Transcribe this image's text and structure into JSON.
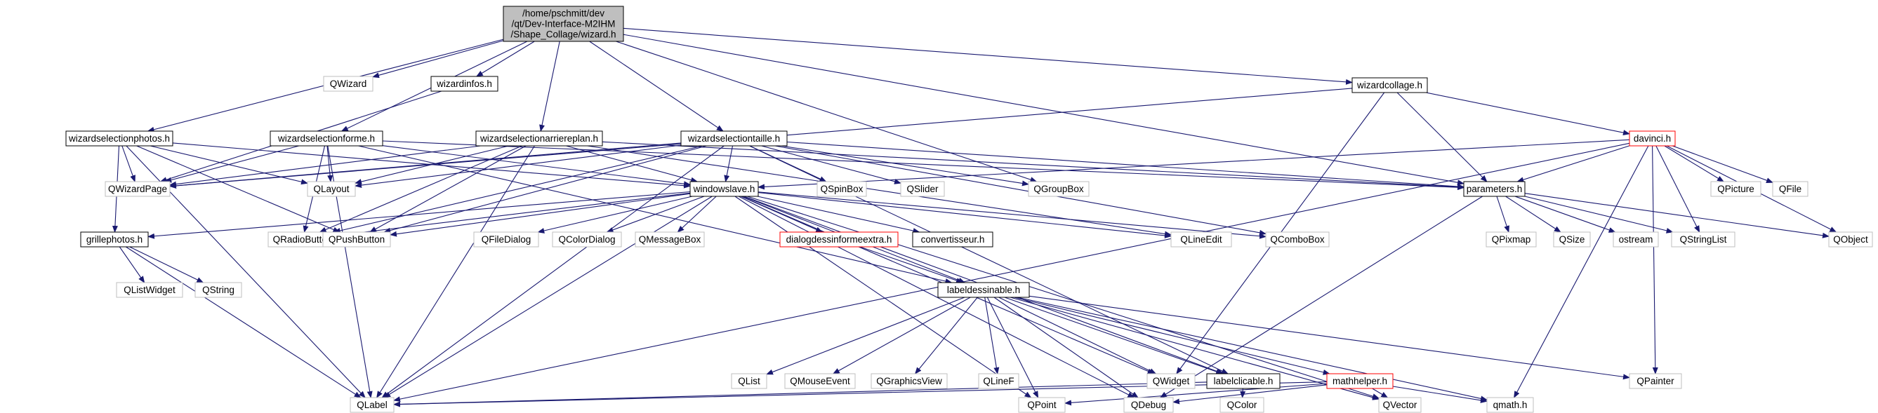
{
  "graph": {
    "type": "include-dependency-graph",
    "colors": {
      "edge": "#191970",
      "root_fill": "#bfbfbf",
      "node_border": "#000000",
      "external_border": "#bfbfbf",
      "truncated_border": "#ff0000",
      "node_fill": "#ffffff"
    },
    "nodes": [
      {
        "id": "wizard",
        "lines": [
          "/home/pschmitt/dev",
          "/qt/Dev-Interface-M2IHM",
          "/Shape_Collage/wizard.h"
        ],
        "kind": "root"
      },
      {
        "id": "QWizard",
        "lines": [
          "QWizard"
        ],
        "kind": "external"
      },
      {
        "id": "wizardinfos",
        "lines": [
          "wizardinfos.h"
        ],
        "kind": "file"
      },
      {
        "id": "wizardcollage",
        "lines": [
          "wizardcollage.h"
        ],
        "kind": "file"
      },
      {
        "id": "wsphotos",
        "lines": [
          "wizardselectionphotos.h"
        ],
        "kind": "file"
      },
      {
        "id": "wsforme",
        "lines": [
          "wizardselectionforme.h"
        ],
        "kind": "file"
      },
      {
        "id": "wsarriere",
        "lines": [
          "wizardselectionarriereplan.h"
        ],
        "kind": "file"
      },
      {
        "id": "wstaille",
        "lines": [
          "wizardselectiontaille.h"
        ],
        "kind": "file"
      },
      {
        "id": "davinci",
        "lines": [
          "davinci.h"
        ],
        "kind": "truncated"
      },
      {
        "id": "QWizardPage",
        "lines": [
          "QWizardPage"
        ],
        "kind": "external"
      },
      {
        "id": "QLayout",
        "lines": [
          "QLayout"
        ],
        "kind": "external"
      },
      {
        "id": "windowslave",
        "lines": [
          "windowslave.h"
        ],
        "kind": "file"
      },
      {
        "id": "QSpinBox",
        "lines": [
          "QSpinBox"
        ],
        "kind": "external"
      },
      {
        "id": "QSlider",
        "lines": [
          "QSlider"
        ],
        "kind": "external"
      },
      {
        "id": "QGroupBox",
        "lines": [
          "QGroupBox"
        ],
        "kind": "external"
      },
      {
        "id": "parameters",
        "lines": [
          "parameters.h"
        ],
        "kind": "file"
      },
      {
        "id": "QPicture",
        "lines": [
          "QPicture"
        ],
        "kind": "external"
      },
      {
        "id": "QFile",
        "lines": [
          "QFile"
        ],
        "kind": "external"
      },
      {
        "id": "QObject",
        "lines": [
          "QObject"
        ],
        "kind": "external"
      },
      {
        "id": "grillephotos",
        "lines": [
          "grillephotos.h"
        ],
        "kind": "file"
      },
      {
        "id": "QRadioButton",
        "lines": [
          "QRadioButton"
        ],
        "kind": "external"
      },
      {
        "id": "QPushButton",
        "lines": [
          "QPushButton"
        ],
        "kind": "external"
      },
      {
        "id": "QFileDialog",
        "lines": [
          "QFileDialog"
        ],
        "kind": "external"
      },
      {
        "id": "QColorDialog",
        "lines": [
          "QColorDialog"
        ],
        "kind": "external"
      },
      {
        "id": "QMessageBox",
        "lines": [
          "QMessageBox"
        ],
        "kind": "external"
      },
      {
        "id": "dialogdessin",
        "lines": [
          "dialogdessinformeextra.h"
        ],
        "kind": "truncated"
      },
      {
        "id": "convertisseur",
        "lines": [
          "convertisseur.h"
        ],
        "kind": "file"
      },
      {
        "id": "QLineEdit",
        "lines": [
          "QLineEdit"
        ],
        "kind": "external"
      },
      {
        "id": "QComboBox",
        "lines": [
          "QComboBox"
        ],
        "kind": "external"
      },
      {
        "id": "QPixmap",
        "lines": [
          "QPixmap"
        ],
        "kind": "external"
      },
      {
        "id": "QSize",
        "lines": [
          "QSize"
        ],
        "kind": "external"
      },
      {
        "id": "ostream",
        "lines": [
          "ostream"
        ],
        "kind": "external"
      },
      {
        "id": "QStringList",
        "lines": [
          "QStringList"
        ],
        "kind": "external"
      },
      {
        "id": "QListWidget",
        "lines": [
          "QListWidget"
        ],
        "kind": "external"
      },
      {
        "id": "QString",
        "lines": [
          "QString"
        ],
        "kind": "external"
      },
      {
        "id": "labeldessinable",
        "lines": [
          "labeldessinable.h"
        ],
        "kind": "file"
      },
      {
        "id": "QList",
        "lines": [
          "QList"
        ],
        "kind": "external"
      },
      {
        "id": "QMouseEvent",
        "lines": [
          "QMouseEvent"
        ],
        "kind": "external"
      },
      {
        "id": "QGraphicsView",
        "lines": [
          "QGraphicsView"
        ],
        "kind": "external"
      },
      {
        "id": "QLineF",
        "lines": [
          "QLineF"
        ],
        "kind": "external"
      },
      {
        "id": "QWidget",
        "lines": [
          "QWidget"
        ],
        "kind": "external"
      },
      {
        "id": "labelclicable",
        "lines": [
          "labelclicable.h"
        ],
        "kind": "file"
      },
      {
        "id": "mathhelper",
        "lines": [
          "mathhelper.h"
        ],
        "kind": "truncated"
      },
      {
        "id": "QPainter",
        "lines": [
          "QPainter"
        ],
        "kind": "external"
      },
      {
        "id": "QLabel",
        "lines": [
          "QLabel"
        ],
        "kind": "external"
      },
      {
        "id": "QPoint",
        "lines": [
          "QPoint"
        ],
        "kind": "external"
      },
      {
        "id": "QDebug",
        "lines": [
          "QDebug"
        ],
        "kind": "external"
      },
      {
        "id": "QColor",
        "lines": [
          "QColor"
        ],
        "kind": "external"
      },
      {
        "id": "QVector",
        "lines": [
          "QVector"
        ],
        "kind": "external"
      },
      {
        "id": "qmath",
        "lines": [
          "qmath.h"
        ],
        "kind": "external"
      }
    ],
    "edges": [
      [
        "wizard",
        "QWizard"
      ],
      [
        "wizard",
        "wizardinfos"
      ],
      [
        "wizard",
        "wizardcollage"
      ],
      [
        "wizard",
        "wsphotos"
      ],
      [
        "wizard",
        "wsforme"
      ],
      [
        "wizard",
        "wsarriere"
      ],
      [
        "wizard",
        "wstaille"
      ],
      [
        "wizard",
        "parameters"
      ],
      [
        "wizard",
        "QGroupBox"
      ],
      [
        "wizardinfos",
        "QWizardPage"
      ],
      [
        "wizardcollage",
        "QWizardPage"
      ],
      [
        "wizardcollage",
        "davinci"
      ],
      [
        "wizardcollage",
        "parameters"
      ],
      [
        "wizardcollage",
        "QWidget"
      ],
      [
        "wsphotos",
        "QWizardPage"
      ],
      [
        "wsphotos",
        "QLayout"
      ],
      [
        "wsphotos",
        "grillephotos"
      ],
      [
        "wsphotos",
        "windowslave"
      ],
      [
        "wsphotos",
        "QLabel"
      ],
      [
        "wsphotos",
        "QPushButton"
      ],
      [
        "wsforme",
        "QWizardPage"
      ],
      [
        "wsforme",
        "QLayout"
      ],
      [
        "wsforme",
        "QRadioButton"
      ],
      [
        "wsforme",
        "QLabel"
      ],
      [
        "wsforme",
        "windowslave"
      ],
      [
        "wsforme",
        "parameters"
      ],
      [
        "wsforme",
        "labeldessinable"
      ],
      [
        "wsarriere",
        "QWizardPage"
      ],
      [
        "wsarriere",
        "QLayout"
      ],
      [
        "wsarriere",
        "QRadioButton"
      ],
      [
        "wsarriere",
        "QPushButton"
      ],
      [
        "wsarriere",
        "windowslave"
      ],
      [
        "wsarriere",
        "parameters"
      ],
      [
        "wsarriere",
        "QLabel"
      ],
      [
        "wsarriere",
        "QLineEdit"
      ],
      [
        "wstaille",
        "QWizardPage"
      ],
      [
        "wstaille",
        "QLayout"
      ],
      [
        "wstaille",
        "windowslave"
      ],
      [
        "wstaille",
        "QSpinBox"
      ],
      [
        "wstaille",
        "QSlider"
      ],
      [
        "wstaille",
        "QGroupBox"
      ],
      [
        "wstaille",
        "parameters"
      ],
      [
        "wstaille",
        "QRadioButton"
      ],
      [
        "wstaille",
        "QLabel"
      ],
      [
        "wstaille",
        "QPushButton"
      ],
      [
        "wstaille",
        "QComboBox"
      ],
      [
        "wstaille",
        "labelclicable"
      ],
      [
        "davinci",
        "windowslave"
      ],
      [
        "davinci",
        "parameters"
      ],
      [
        "davinci",
        "QPicture"
      ],
      [
        "davinci",
        "QFile"
      ],
      [
        "davinci",
        "QObject"
      ],
      [
        "davinci",
        "QStringList"
      ],
      [
        "davinci",
        "QPainter"
      ],
      [
        "davinci",
        "qmath"
      ],
      [
        "davinci",
        "QLabel"
      ],
      [
        "windowslave",
        "grillephotos"
      ],
      [
        "windowslave",
        "QRadioButton"
      ],
      [
        "windowslave",
        "QPushButton"
      ],
      [
        "windowslave",
        "QFileDialog"
      ],
      [
        "windowslave",
        "QColorDialog"
      ],
      [
        "windowslave",
        "QMessageBox"
      ],
      [
        "windowslave",
        "dialogdessin"
      ],
      [
        "windowslave",
        "convertisseur"
      ],
      [
        "windowslave",
        "labeldessinable"
      ],
      [
        "windowslave",
        "QLineEdit"
      ],
      [
        "windowslave",
        "QComboBox"
      ],
      [
        "windowslave",
        "QWidget"
      ],
      [
        "windowslave",
        "labelclicable"
      ],
      [
        "windowslave",
        "QLabel"
      ],
      [
        "windowslave",
        "QPoint"
      ],
      [
        "windowslave",
        "QDebug"
      ],
      [
        "windowslave",
        "QVector"
      ],
      [
        "parameters",
        "QPixmap"
      ],
      [
        "parameters",
        "QSize"
      ],
      [
        "parameters",
        "ostream"
      ],
      [
        "parameters",
        "QStringList"
      ],
      [
        "parameters",
        "QObject"
      ],
      [
        "parameters",
        "QDebug"
      ],
      [
        "grillephotos",
        "QListWidget"
      ],
      [
        "grillephotos",
        "QString"
      ],
      [
        "grillephotos",
        "QLabel"
      ],
      [
        "dialogdessin",
        "labeldessinable"
      ],
      [
        "labeldessinable",
        "QList"
      ],
      [
        "labeldessinable",
        "QMouseEvent"
      ],
      [
        "labeldessinable",
        "QGraphicsView"
      ],
      [
        "labeldessinable",
        "QLineF"
      ],
      [
        "labeldessinable",
        "QWidget"
      ],
      [
        "labeldessinable",
        "labelclicable"
      ],
      [
        "labeldessinable",
        "mathhelper"
      ],
      [
        "labeldessinable",
        "QPainter"
      ],
      [
        "labeldessinable",
        "QPoint"
      ],
      [
        "labeldessinable",
        "QDebug"
      ],
      [
        "labeldessinable",
        "qmath"
      ],
      [
        "labeldessinable",
        "QVector"
      ],
      [
        "labelclicable",
        "QLabel"
      ],
      [
        "labelclicable",
        "QColor"
      ],
      [
        "mathhelper",
        "QPoint"
      ],
      [
        "mathhelper",
        "QDebug"
      ],
      [
        "mathhelper",
        "QVector"
      ],
      [
        "mathhelper",
        "qmath"
      ],
      [
        "mathhelper",
        "QLabel"
      ]
    ]
  }
}
